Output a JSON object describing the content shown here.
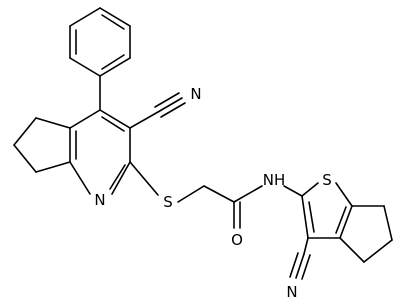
{
  "labels": {
    "nitrile_n_pyridine": "N",
    "nitrile_n_thiophene": "N",
    "pyridine_n": "N",
    "thioether_s": "S",
    "thiophene_s": "S",
    "carbonyl_o": "O",
    "amide_nh": "NH"
  }
}
